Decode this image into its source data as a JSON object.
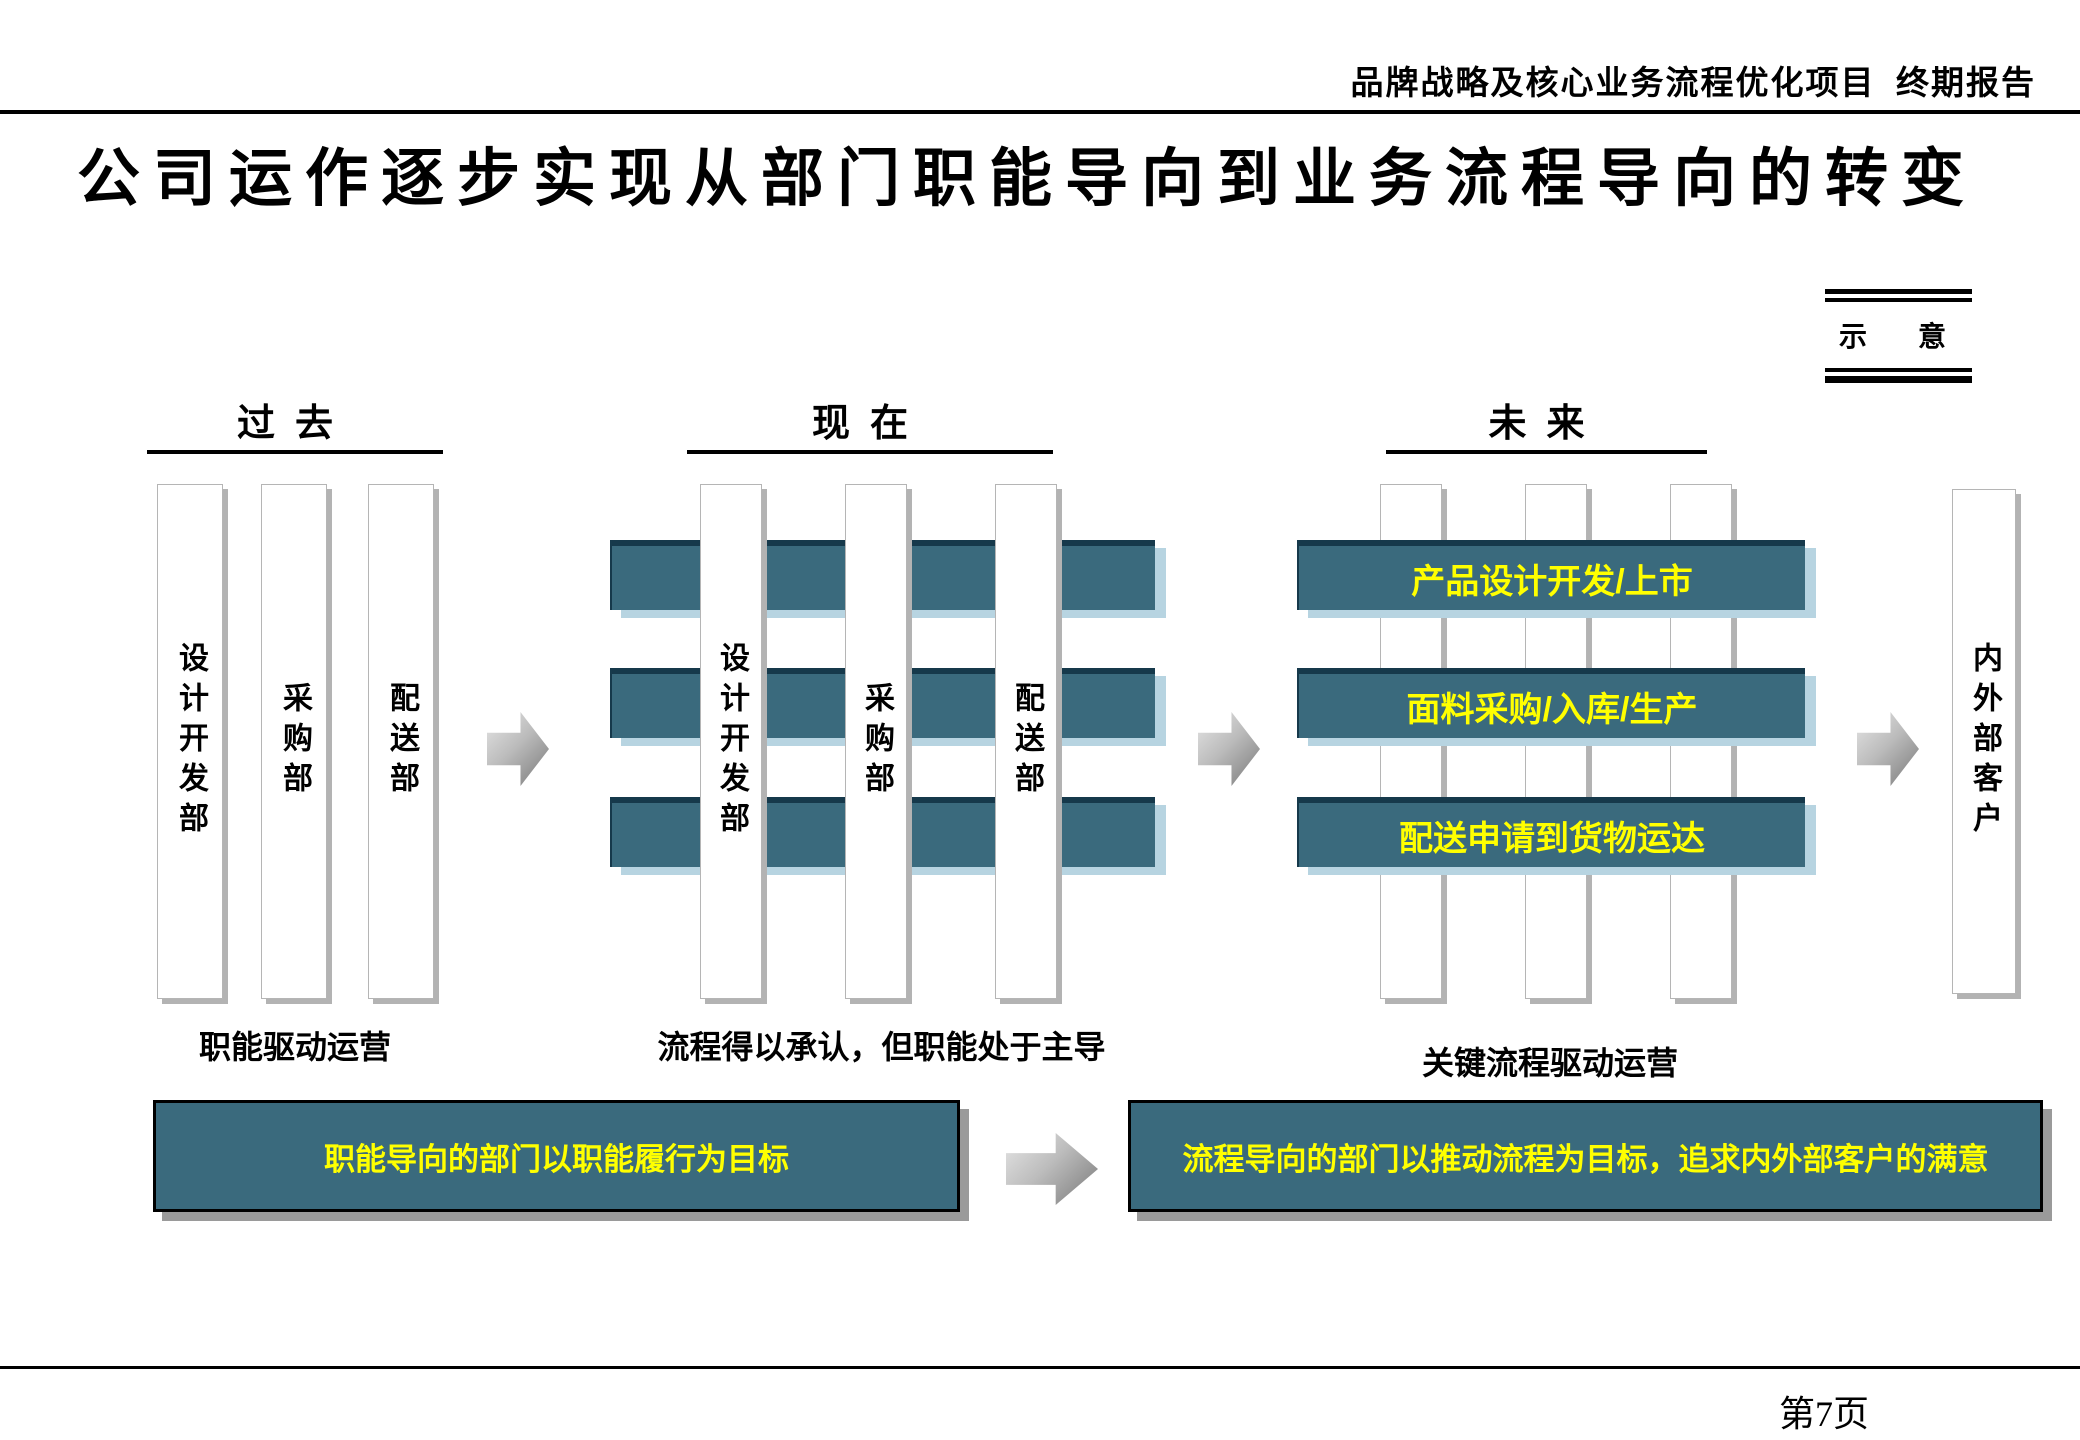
{
  "header": {
    "project_title": "品牌战略及核心业务流程优化项目  终期报告"
  },
  "slide": {
    "title": "公司运作逐步实现从部门职能导向到业务流程导向的转变",
    "schematic_label": "示 意",
    "page_number": "第7页"
  },
  "sections": {
    "past": {
      "heading": "过去",
      "caption": "职能驱动运营",
      "departments": [
        "设计开发部",
        "采购部",
        "配送部"
      ]
    },
    "present": {
      "heading": "现在",
      "caption": "流程得以承认，但职能处于主导",
      "departments": [
        "设计开发部",
        "采购部",
        "配送部"
      ]
    },
    "future": {
      "heading": "未来",
      "caption": "关键流程驱动运营",
      "processes": [
        "产品设计开发/上市",
        "面料采购/入库/生产",
        "配送申请到货物运达"
      ]
    },
    "customers": {
      "bar_label": "内外部客户"
    }
  },
  "summary": {
    "left_box": "职能导向的部门以职能履行为目标",
    "right_box": "流程导向的部门以推动流程为目标，追求内外部客户的满意"
  },
  "colors": {
    "process_teal": "#3A6A7D",
    "process_teal_dark": "#16394B",
    "process_shadow_blue": "#B7D4E1",
    "highlight_yellow": "#FFFF00"
  }
}
